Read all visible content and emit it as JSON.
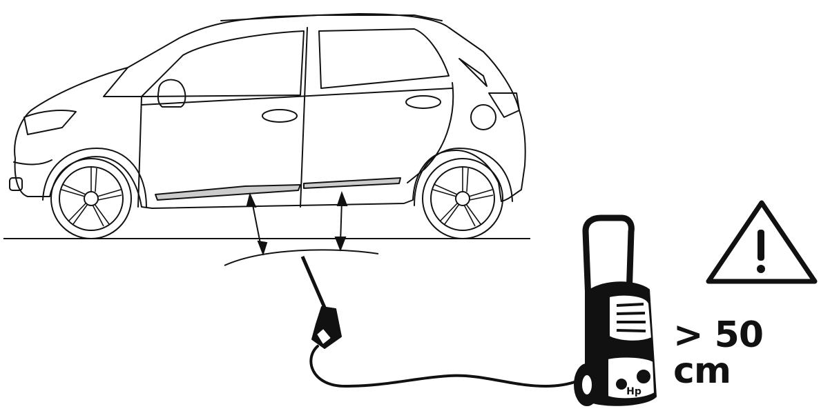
{
  "diagram": {
    "distance_label": "> 50 cm",
    "washer_badge": "Hp",
    "colors": {
      "line": "#111111",
      "background": "#ffffff",
      "sill_fill": "#cccccc",
      "washer_body": "#111111"
    },
    "icons": {
      "car": "car-side-illustration",
      "warning": "warning-triangle-icon",
      "pressure_washer": "pressure-washer-illustration",
      "spray_gun": "spray-gun-illustration"
    }
  }
}
